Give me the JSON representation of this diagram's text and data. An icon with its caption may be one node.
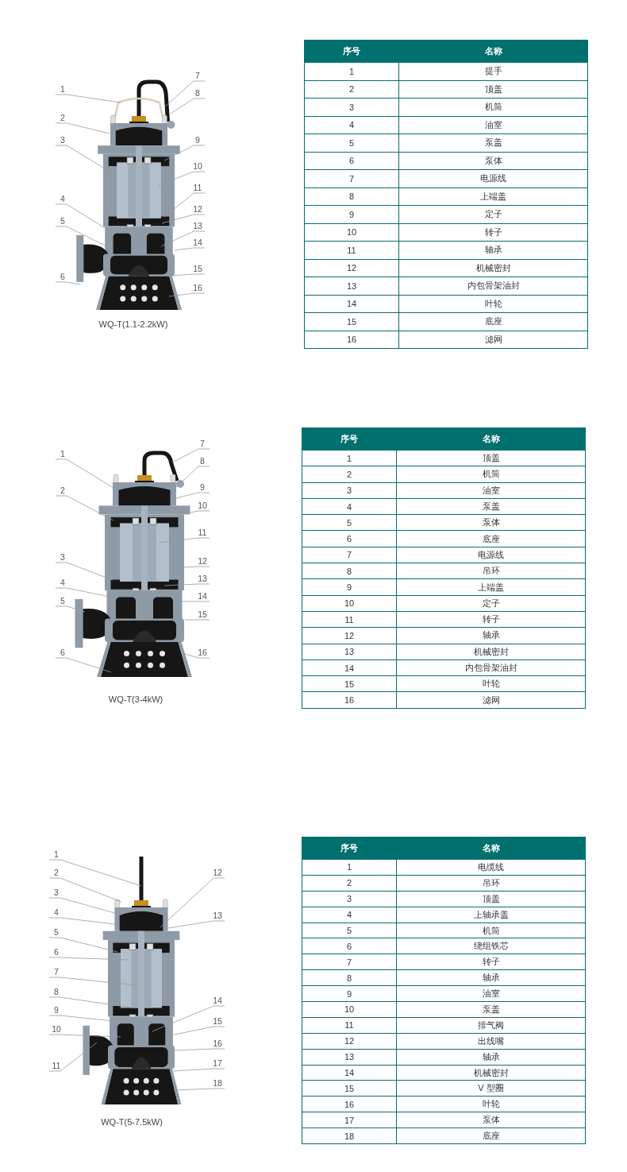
{
  "diagram": {
    "nodes": [
      {
        "text": [
          "1"
        ]
      },
      {
        "text": [
          "2"
        ]
      },
      {
        "text": [
          "3"
        ]
      },
      {
        "text": [
          "4"
        ]
      },
      {
        "text": [
          "5"
        ]
      },
      {
        "text": [
          "6"
        ]
      },
      {
        "text": [
          "7"
        ]
      },
      {
        "text": [
          "8"
        ]
      },
      {
        "text": [
          "9"
        ]
      },
      {
        "text": [
          "10"
        ]
      },
      {
        "text": [
          "11"
        ]
      },
      {
        "text": [
          "12"
        ]
      },
      {
        "text": [
          "13"
        ]
      },
      {
        "text": [
          "14"
        ]
      },
      {
        "text": [
          "15"
        ]
      },
      {
        "text": [
          "16"
        ]
      },
      {
        "text": [
          "1"
        ]
      },
      {
        "text": [
          "2"
        ]
      },
      {
        "text": [
          "3"
        ]
      },
      {
        "text": [
          "4"
        ]
      },
      {
        "text": [
          "5"
        ]
      },
      {
        "text": [
          "6"
        ]
      },
      {
        "text": [
          "7"
        ]
      },
      {
        "text": [
          "8"
        ]
      },
      {
        "text": [
          "9"
        ]
      },
      {
        "text": [
          "10"
        ]
      },
      {
        "text": [
          "11"
        ]
      },
      {
        "text": [
          "12"
        ]
      },
      {
        "text": [
          "13"
        ]
      },
      {
        "text": [
          "14"
        ]
      },
      {
        "text": [
          "15"
        ]
      },
      {
        "text": [
          "16"
        ]
      },
      {
        "text": [
          "1"
        ]
      },
      {
        "text": [
          "2"
        ]
      },
      {
        "text": [
          "3"
        ]
      },
      {
        "text": [
          "4"
        ]
      },
      {
        "text": [
          "5"
        ]
      },
      {
        "text": [
          "6"
        ]
      },
      {
        "text": [
          "7"
        ]
      },
      {
        "text": [
          "8"
        ]
      },
      {
        "text": [
          "9"
        ]
      },
      {
        "text": [
          "10"
        ]
      },
      {
        "text": [
          "11"
        ]
      },
      {
        "text": [
          "12"
        ]
      },
      {
        "text": [
          "13"
        ]
      },
      {
        "text": [
          "14"
        ]
      },
      {
        "text": [
          "15"
        ]
      },
      {
        "text": [
          "16"
        ]
      },
      {
        "text": [
          "17"
        ]
      },
      {
        "text": [
          "18"
        ]
      }
    ],
    "edges": [
      {
        "from": 0,
        "to": null,
        "arrow": "none"
      },
      {
        "from": 1,
        "to": null,
        "arrow": "none"
      },
      {
        "from": 2,
        "to": null,
        "arrow": "none"
      },
      {
        "from": 3,
        "to": null,
        "arrow": "none"
      },
      {
        "from": 4,
        "to": null,
        "arrow": "none"
      },
      {
        "from": 5,
        "to": null,
        "arrow": "none"
      },
      {
        "from": 6,
        "to": null,
        "arrow": "none"
      },
      {
        "from": 7,
        "to": null,
        "arrow": "none"
      },
      {
        "from": 8,
        "to": null,
        "arrow": "none"
      },
      {
        "from": 9,
        "to": null,
        "arrow": "none"
      },
      {
        "from": 10,
        "to": null,
        "arrow": "none"
      },
      {
        "from": 11,
        "to": null,
        "arrow": "none"
      },
      {
        "from": 12,
        "to": null,
        "arrow": "none"
      },
      {
        "from": 13,
        "to": null,
        "arrow": "none"
      },
      {
        "from": 14,
        "to": null,
        "arrow": "none"
      },
      {
        "from": 15,
        "to": null,
        "arrow": "none"
      },
      {
        "from": 16,
        "to": null,
        "arrow": "none"
      },
      {
        "from": 17,
        "to": null,
        "arrow": "none"
      },
      {
        "from": 18,
        "to": null,
        "arrow": "none"
      },
      {
        "from": 19,
        "to": null,
        "arrow": "none"
      },
      {
        "from": 20,
        "to": null,
        "arrow": "none"
      },
      {
        "from": 21,
        "to": null,
        "arrow": "none"
      },
      {
        "from": 22,
        "to": null,
        "arrow": "none"
      },
      {
        "from": 23,
        "to": null,
        "arrow": "none"
      },
      {
        "from": 24,
        "to": null,
        "arrow": "none"
      },
      {
        "from": 25,
        "to": null,
        "arrow": "none"
      },
      {
        "from": 26,
        "to": null,
        "arrow": "none"
      },
      {
        "from": 27,
        "to": null,
        "arrow": "none"
      },
      {
        "from": 28,
        "to": null,
        "arrow": "none"
      },
      {
        "from": 29,
        "to": null,
        "arrow": "none"
      },
      {
        "from": 30,
        "to": null,
        "arrow": "none"
      },
      {
        "from": 31,
        "to": null,
        "arrow": "none"
      },
      {
        "from": 32,
        "to": null,
        "arrow": "none"
      },
      {
        "from": 33,
        "to": null,
        "arrow": "none"
      },
      {
        "from": 34,
        "to": null,
        "arrow": "none"
      },
      {
        "from": 35,
        "to": null,
        "arrow": "none"
      },
      {
        "from": 36,
        "to": null,
        "arrow": "none"
      },
      {
        "from": 37,
        "to": null,
        "arrow": "none"
      },
      {
        "from": 38,
        "to": null,
        "arrow": "none"
      },
      {
        "from": 39,
        "to": null,
        "arrow": "none"
      },
      {
        "from": 40,
        "to": null,
        "arrow": "none"
      },
      {
        "from": 41,
        "to": null,
        "arrow": "none"
      },
      {
        "from": 42,
        "to": null,
        "arrow": "none"
      },
      {
        "from": 43,
        "to": null,
        "arrow": "none"
      },
      {
        "from": 44,
        "to": null,
        "arrow": "none"
      },
      {
        "from": 45,
        "to": null,
        "arrow": "none"
      },
      {
        "from": 46,
        "to": null,
        "arrow": "none"
      },
      {
        "from": 47,
        "to": null,
        "arrow": "none"
      },
      {
        "from": 48,
        "to": null,
        "arrow": "none"
      },
      {
        "from": 49,
        "to": null,
        "arrow": "none"
      }
    ],
    "labels": [
      "序号",
      "名称",
      "1",
      "提手",
      "2",
      "顶盖",
      "3",
      "机筒",
      "4",
      "油室",
      "5",
      "泵盖",
      "6",
      "泵体",
      "7",
      "电源线",
      "8",
      "上端盖",
      "9",
      "定子",
      "10",
      "转子",
      "11",
      "轴承",
      "12",
      "机械密封",
      "13",
      "内包骨架油封",
      "14",
      "叶轮",
      "WQ-T(1.1-2.2kW)",
      "15",
      "底座",
      "16",
      "滤网",
      "序号",
      "名称",
      "1",
      "顶盖",
      "2",
      "机筒",
      "3",
      "油室",
      "4",
      "泵盖",
      "5",
      "泵体",
      "6",
      "底座",
      "7",
      "电源线",
      "8",
      "吊环",
      "9",
      "上端盖",
      "10",
      "定子",
      "11",
      "转子",
      "12",
      "轴承",
      "13",
      "机械密封",
      "14",
      "内包骨架油封",
      "15",
      "叶轮",
      "WQ-T(3-4kW)",
      "16",
      "滤网",
      "序号",
      "名称",
      "1",
      "电缆线",
      "2",
      "吊环",
      "3",
      "顶盖",
      "4",
      "上轴承盖",
      "5",
      "机筒",
      "6",
      "绕组铁芯",
      "7",
      "转子",
      "8",
      "轴承",
      "9",
      "油室",
      "10",
      "泵盖",
      "11",
      "排气阀",
      "12",
      "出线嘴",
      "13",
      "轴承",
      "14",
      "机械密封",
      "15",
      "V 型圈",
      "16",
      "叶轮",
      "WQ-T(5-7.5kW)",
      "17",
      "泵体",
      "18",
      "底座"
    ]
  }
}
